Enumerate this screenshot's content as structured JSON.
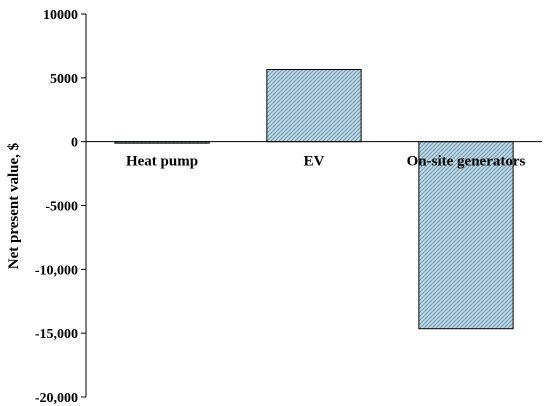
{
  "chart_data": {
    "type": "bar",
    "title": "",
    "xlabel": "",
    "ylabel": "Net present value, $",
    "categories": [
      "Heat pump",
      "EV",
      "On-site generators"
    ],
    "values": [
      -100,
      5650,
      -14650
    ],
    "ylim": [
      -20000,
      10000
    ],
    "yticks": [
      10000,
      5000,
      0,
      -5000,
      -10000,
      -15000,
      -20000
    ],
    "ytick_labels": [
      "10000",
      "5000",
      "0",
      "-5000",
      "-10,000",
      "-15,000",
      "-20,000"
    ],
    "grid": false,
    "legend": "none",
    "bar_fill": "#cfe3ee",
    "bar_hatch": "#5f8fa8",
    "bar_outline": "#000000"
  }
}
